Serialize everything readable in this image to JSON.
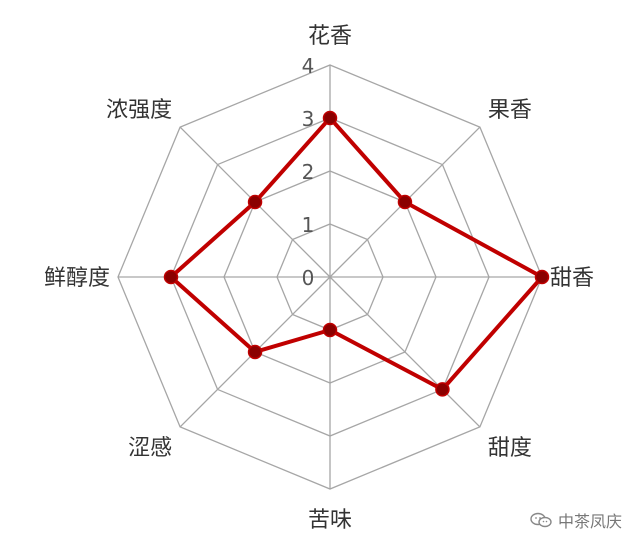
{
  "chart_data": {
    "type": "radar",
    "title": "",
    "categories": [
      "花香",
      "果香",
      "甜香",
      "甜度",
      "苦味",
      "涩感",
      "鲜醇度",
      "浓强度"
    ],
    "series": [
      {
        "values": [
          3,
          2,
          4,
          3,
          1,
          2,
          3,
          2
        ],
        "color": "#c00000"
      }
    ],
    "rlim": [
      0,
      4
    ],
    "ticks": [
      "0",
      "1",
      "2",
      "3",
      "4"
    ],
    "grid": true,
    "grid_color": "#a6a6a6"
  },
  "watermark": {
    "text": "中茶凤庆",
    "icon": "wechat-icon"
  }
}
